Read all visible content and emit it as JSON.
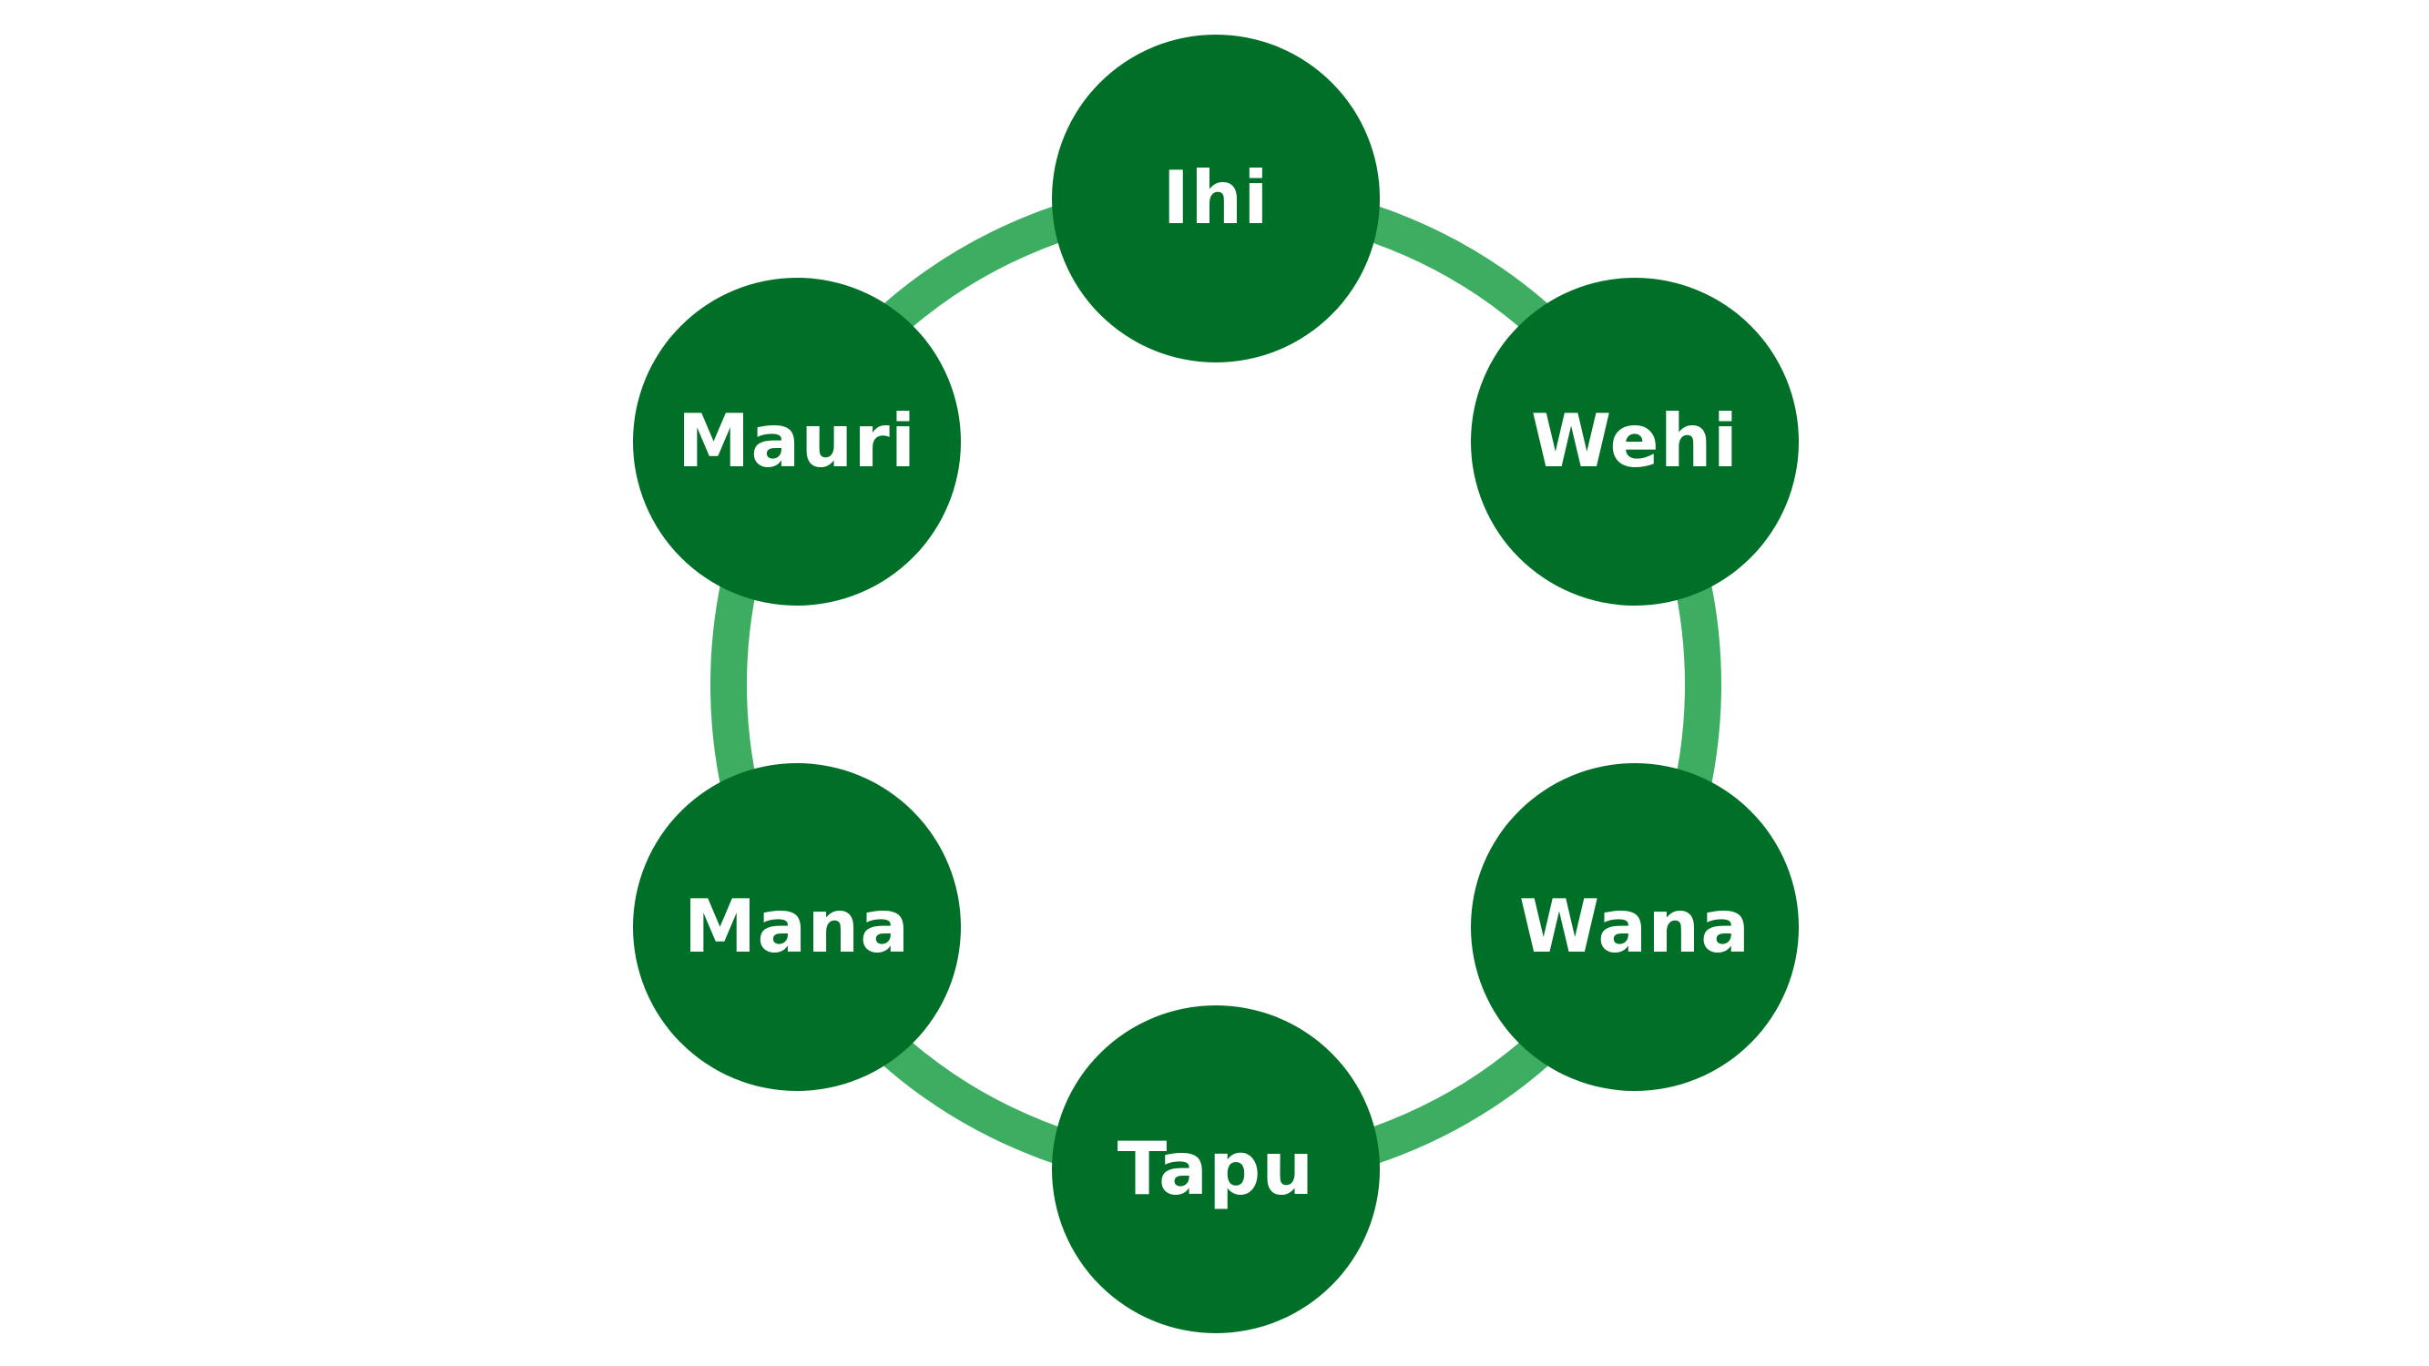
{
  "colors": {
    "ring": "#3dae61",
    "node_fill": "#006f27",
    "label_text": "#ffffff",
    "background": "#ffffff"
  },
  "nodes": [
    {
      "label": "Ihi"
    },
    {
      "label": "Wehi"
    },
    {
      "label": "Wana"
    },
    {
      "label": "Tapu"
    },
    {
      "label": "Mana"
    },
    {
      "label": "Mauri"
    }
  ]
}
